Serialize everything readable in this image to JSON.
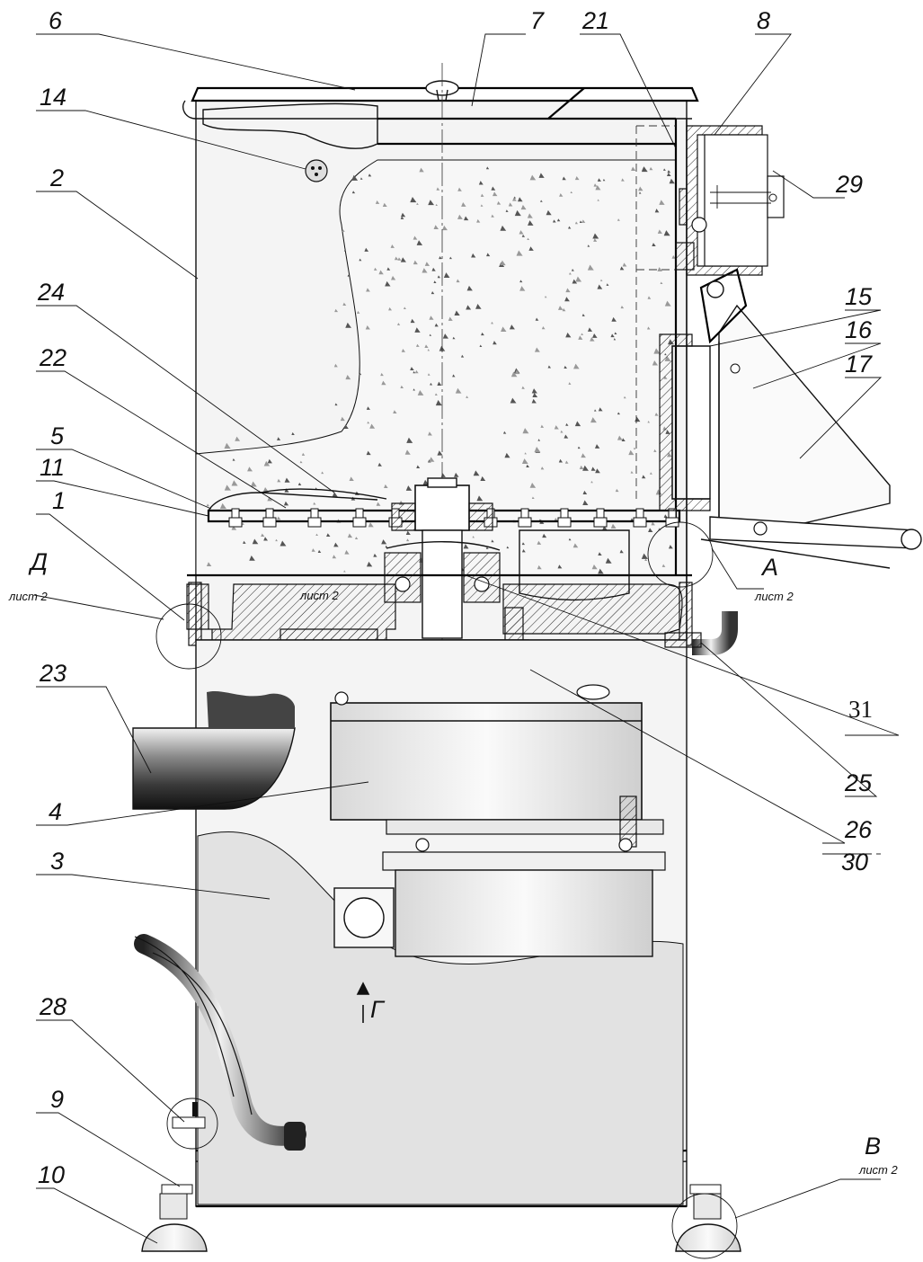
{
  "callouts": [
    {
      "id": "c1",
      "label": "1"
    },
    {
      "id": "c2",
      "label": "2"
    },
    {
      "id": "c3",
      "label": "3"
    },
    {
      "id": "c4",
      "label": "4"
    },
    {
      "id": "c5",
      "label": "5"
    },
    {
      "id": "c6",
      "label": "6"
    },
    {
      "id": "c7",
      "label": "7"
    },
    {
      "id": "c8",
      "label": "8"
    },
    {
      "id": "c9",
      "label": "9"
    },
    {
      "id": "c10",
      "label": "10"
    },
    {
      "id": "c11",
      "label": "11"
    },
    {
      "id": "c14",
      "label": "14"
    },
    {
      "id": "c15",
      "label": "15"
    },
    {
      "id": "c16",
      "label": "16"
    },
    {
      "id": "c17",
      "label": "17"
    },
    {
      "id": "c21",
      "label": "21"
    },
    {
      "id": "c22",
      "label": "22"
    },
    {
      "id": "c23",
      "label": "23"
    },
    {
      "id": "c24",
      "label": "24"
    },
    {
      "id": "c25",
      "label": "25"
    },
    {
      "id": "c26",
      "label": "26"
    },
    {
      "id": "c28",
      "label": "28"
    },
    {
      "id": "c29",
      "label": "29"
    },
    {
      "id": "c30",
      "label": "30"
    },
    {
      "id": "c31",
      "label": "31"
    }
  ],
  "detail_views": [
    {
      "letter": "А",
      "sheet": "лист 2"
    },
    {
      "letter": "Д",
      "sheet": "лист 2"
    },
    {
      "letter": "В",
      "sheet": "лист 2"
    }
  ],
  "section_sheet_note": "лист 2",
  "view_arrow_label": "Г"
}
